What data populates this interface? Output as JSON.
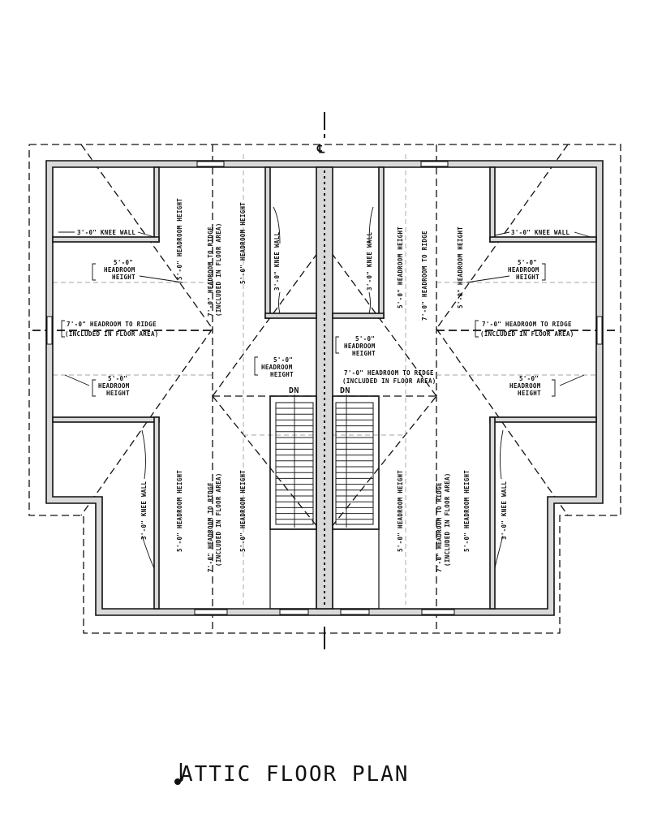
{
  "title": "ATTIC FLOOR PLAN",
  "centerline_mark": "℄",
  "stairs": {
    "down_label": "DN"
  },
  "labels": {
    "knee_wall": "3'-0\" KNEE WALL",
    "headroom_5_line1": "5'-0\"",
    "headroom_5_line2": "HEADROOM",
    "headroom_5_line3": "HEIGHT",
    "headroom_7_ridge": "7'-0\" HEADROOM TO RIDGE",
    "included_floor_area": "(INCLUDED IN FLOOR AREA)",
    "headroom_5_height": "5'-0\" HEADROOM HEIGHT"
  }
}
